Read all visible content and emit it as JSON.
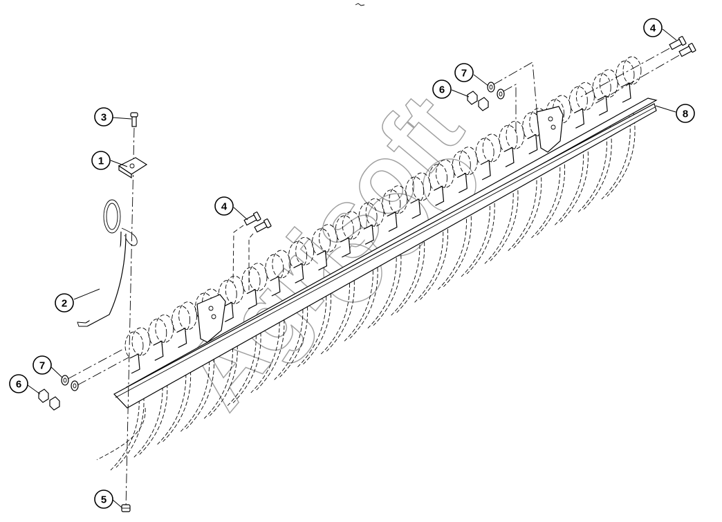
{
  "callouts": [
    {
      "id": "c1",
      "label": "1"
    },
    {
      "id": "c2",
      "label": "2"
    },
    {
      "id": "c3",
      "label": "3"
    },
    {
      "id": "c4a",
      "label": "4"
    },
    {
      "id": "c4b",
      "label": "4"
    },
    {
      "id": "c5",
      "label": "5"
    },
    {
      "id": "c6a",
      "label": "6"
    },
    {
      "id": "c6b",
      "label": "6"
    },
    {
      "id": "c7a",
      "label": "7"
    },
    {
      "id": "c7b",
      "label": "7"
    },
    {
      "id": "c8",
      "label": "8"
    }
  ],
  "watermark": {
    "text": "Agrisoft"
  },
  "colors": {
    "line": "#000000",
    "background": "#ffffff",
    "watermark": "#444444"
  }
}
